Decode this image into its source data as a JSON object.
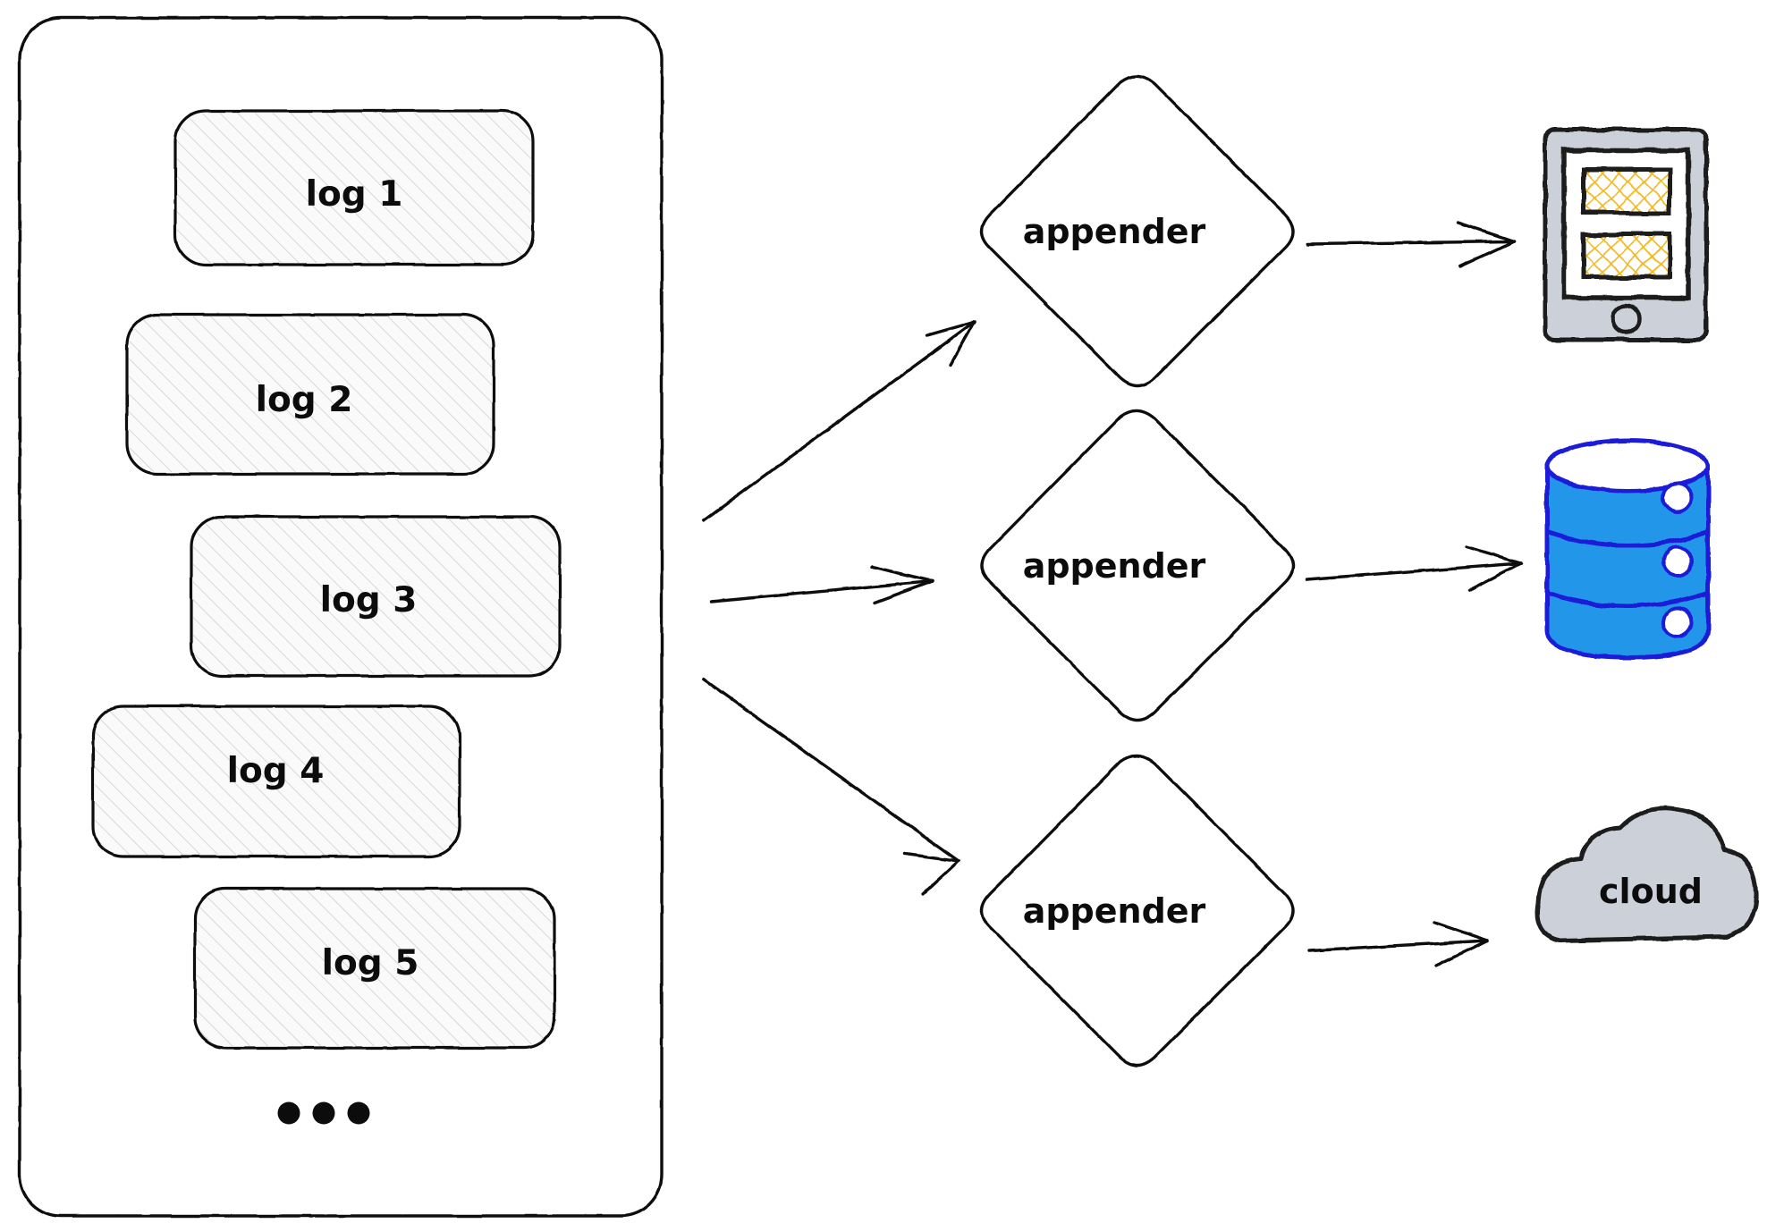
{
  "diagram": {
    "title": "logging appenders fan-out",
    "background": "#ffffff",
    "stroke_color": "#101010",
    "log_container": {
      "name": "log-queue-container",
      "fill": "#ffffff",
      "stroke": "#101010",
      "ellipsis": "•••"
    },
    "logs": [
      {
        "label": "log 1",
        "fill": "#fafafa",
        "hatch": "#c9cdd4"
      },
      {
        "label": "log 2",
        "fill": "#fafafa",
        "hatch": "#c9cdd4"
      },
      {
        "label": "log 3",
        "fill": "#fafafa",
        "hatch": "#c9cdd4"
      },
      {
        "label": "log 4",
        "fill": "#fafafa",
        "hatch": "#c9cdd4"
      },
      {
        "label": "log 5",
        "fill": "#fafafa",
        "hatch": "#c9cdd4"
      }
    ],
    "appenders": [
      {
        "label": "appender",
        "target": "phone"
      },
      {
        "label": "appender",
        "target": "database"
      },
      {
        "label": "appender",
        "target": "cloud"
      }
    ],
    "targets": {
      "phone": {
        "name": "mobile-phone-icon",
        "body_fill": "#ccd1d9",
        "screen_fill": "#ffffff",
        "content_fill": "#f2b824",
        "outline": "#1a1a1a"
      },
      "database": {
        "name": "database-cylinder-icon",
        "body_fill": "#2196e8",
        "top_fill": "#ffffff",
        "outline": "#1a1ad8",
        "port_fill": "#ffffff"
      },
      "cloud": {
        "name": "cloud-icon",
        "label": "cloud",
        "fill": "#ccd1d9",
        "outline": "#1a1a1a"
      }
    }
  }
}
